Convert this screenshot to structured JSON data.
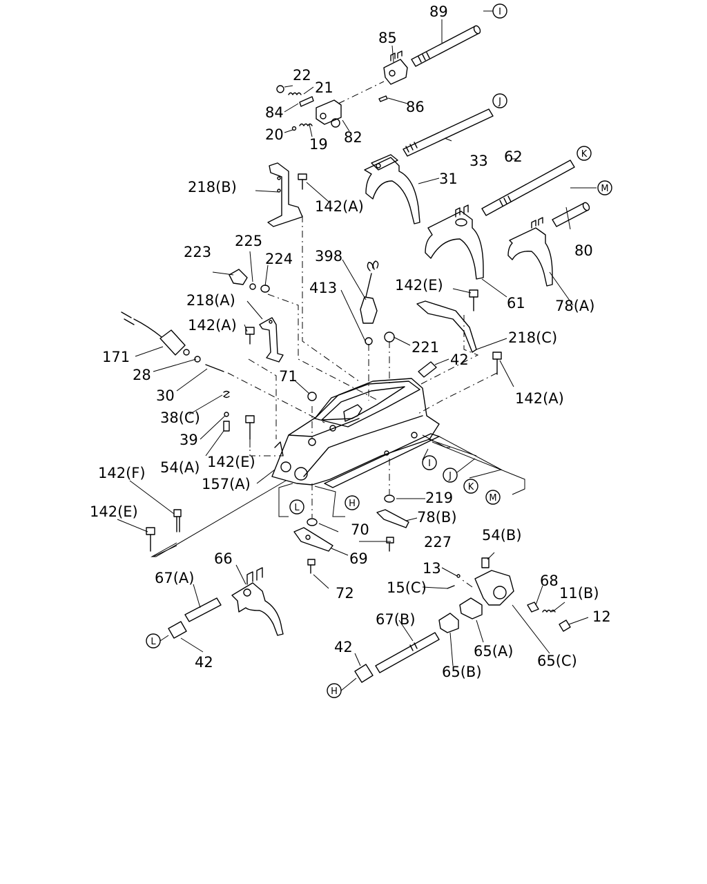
{
  "part_labels": {
    "p89": "89",
    "p85": "85",
    "p22": "22",
    "p21": "21",
    "p84": "84",
    "p86": "86",
    "p20": "20",
    "p19": "19",
    "p82": "82",
    "p33": "33",
    "p62": "62",
    "p31": "31",
    "p218b": "218(B)",
    "p142a_top": "142(A)",
    "p80": "80",
    "p223": "223",
    "p225": "225",
    "p224": "224",
    "p398": "398",
    "p413": "413",
    "p142e_top": "142(E)",
    "p61": "61",
    "p78a": "78(A)",
    "p218a": "218(A)",
    "p142a_left": "142(A)",
    "p221": "221",
    "p218c": "218(C)",
    "p171": "171",
    "p42_top": "42",
    "p28": "28",
    "p71": "71",
    "p142a_right": "142(A)",
    "p30": "30",
    "p38c": "38(C)",
    "p39": "39",
    "p54a": "54(A)",
    "p142e_mid": "142(E)",
    "p142f": "142(F)",
    "p157a": "157(A)",
    "p219": "219",
    "p142e_low": "142(E)",
    "p78b": "78(B)",
    "p70": "70",
    "p227": "227",
    "p69": "69",
    "p54b": "54(B)",
    "p66": "66",
    "p67a": "67(A)",
    "p13": "13",
    "p68": "68",
    "p15c": "15(C)",
    "p11b": "11(B)",
    "p72": "72",
    "p12": "12",
    "p67b": "67(B)",
    "p42_left": "42",
    "p65a": "65(A)",
    "p65c": "65(C)",
    "p42_bottom": "42",
    "p65b": "65(B)"
  },
  "reference_markers": {
    "I": "I",
    "J": "J",
    "K": "K",
    "M": "M",
    "L": "L",
    "H": "H"
  },
  "icons": [
    "reference-marker-icon"
  ]
}
